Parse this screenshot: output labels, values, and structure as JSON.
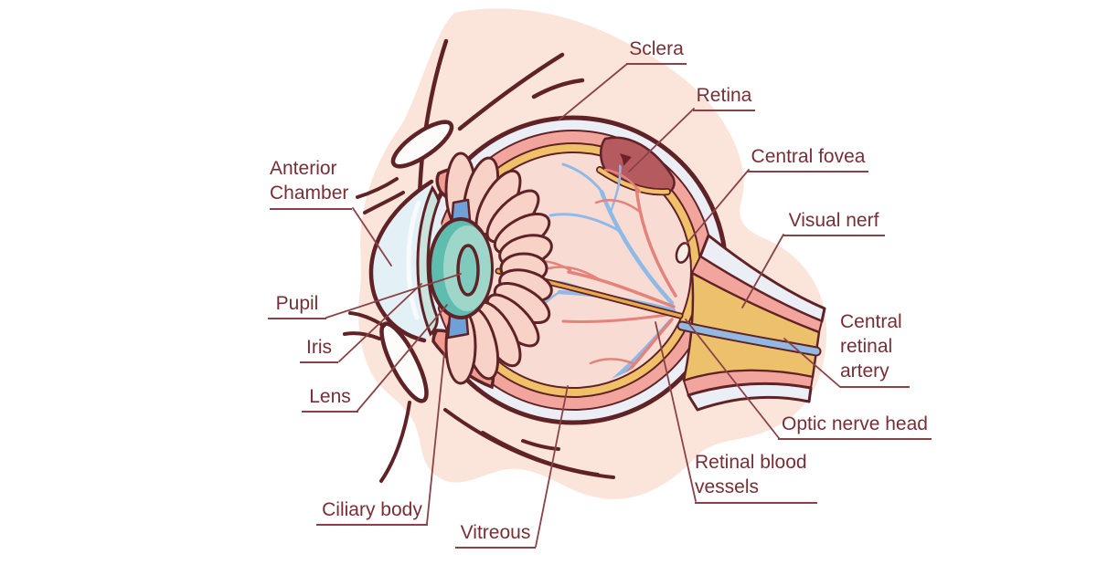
{
  "labels": {
    "sclera": "Sclera",
    "retina": "Retina",
    "central_fovea": "Central fovea",
    "visual_nerf": "Visual nerf",
    "central_retinal_artery": [
      "Central",
      "retinal",
      "artery"
    ],
    "optic_nerve_head": "Optic nerve head",
    "retinal_blood_vessels": [
      "Retinal blood",
      "vessels"
    ],
    "vitreous": "Vitreous",
    "ciliary_body": "Ciliary body",
    "lens": "Lens",
    "iris": "Iris",
    "pupil": "Pupil",
    "anterior_chamber": [
      "Anterior",
      "Chamber"
    ]
  },
  "colors": {
    "label_text": "#772F35",
    "leader_line": "#8A4246",
    "outline": "#5F2327",
    "skin": "#FBE5DA",
    "sclera_band": "#EBEEF4",
    "choroid_band": "#F2A59C",
    "retina_yellow_band": "#F0C168",
    "vitreous_fill": "#F8DCD4",
    "detached_retina": "#B55A5E",
    "lens_teal": "#9ED6CA",
    "lens_dark_teal": "#5FBDAF",
    "pupil_teal": "#7ECBBD",
    "zonule_blue": "#6FA0D8",
    "cornea_blue": "#E3F1F6",
    "ciliary_petal": "#F8D2C7",
    "ciliary_muscle": "#F09C92",
    "vessel_red": "#E4827B",
    "vessel_blue": "#8FB9E6",
    "artery_blue": "#93B9E3",
    "nerve_yellow": "#EDC06C"
  }
}
